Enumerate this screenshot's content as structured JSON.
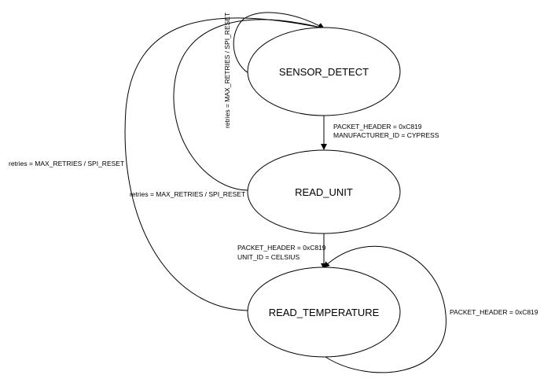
{
  "diagram": {
    "states": {
      "sensor_detect": "SENSOR_DETECT",
      "read_unit": "READ_UNIT",
      "read_temperature": "READ_TEMPERATURE"
    },
    "transitions": {
      "detect_to_unit": [
        "PACKET_HEADER = 0xC819",
        "MANUFACTURER_ID = CYPRESS"
      ],
      "unit_to_temperature": [
        "PACKET_HEADER = 0xC819",
        "UNIT_ID = CELSIUS"
      ],
      "temperature_self_loop": "PACKET_HEADER = 0xC819",
      "detect_self_loop": "retries = MAX_RETRIES / SPI_RESET",
      "unit_to_detect": "retries = MAX_RETRIES / SPI_RESET",
      "temperature_to_detect": "retries = MAX_RETRIES / SPI_RESET"
    }
  }
}
